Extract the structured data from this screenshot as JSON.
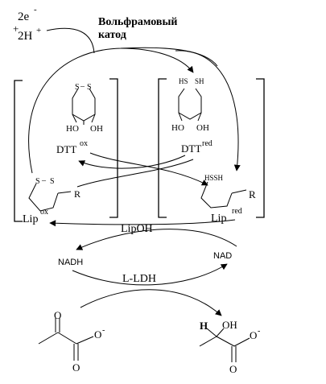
{
  "electrons": "2e",
  "electrons_charge": "-",
  "protons_prefix": "+",
  "protons": "2H",
  "protons_charge": "+",
  "cathode_line1": "Вольфрамовый",
  "cathode_line2": "катод",
  "dtt_ox": {
    "s1": "S",
    "s2": "S",
    "bond": "–",
    "oh1": "HO",
    "oh2": "OH",
    "name": "DTT",
    "sup": "ox"
  },
  "dtt_red": {
    "sh1": "HS",
    "sh2": "SH",
    "oh1": "HO",
    "oh2": "OH",
    "name": "DTT",
    "sup": "red"
  },
  "lip_ox": {
    "s1": "S",
    "s2": "S",
    "bond": "–",
    "r": "R",
    "name": "Lip",
    "sup": "ox"
  },
  "lip_red": {
    "sh": "HSSH",
    "r": "R",
    "name": "Lip",
    "sup": "red"
  },
  "lipoh": "LipOH",
  "nadh": "NADH",
  "nad": "NAD",
  "enzyme": "L-LDH",
  "pyruvate": {
    "o_top": "O",
    "o_minus": "O",
    "charge": "-",
    "o_bottom": "O"
  },
  "lactate": {
    "h": "H",
    "oh": "OH",
    "o_minus": "O",
    "charge": "-",
    "o_bottom": "O"
  }
}
